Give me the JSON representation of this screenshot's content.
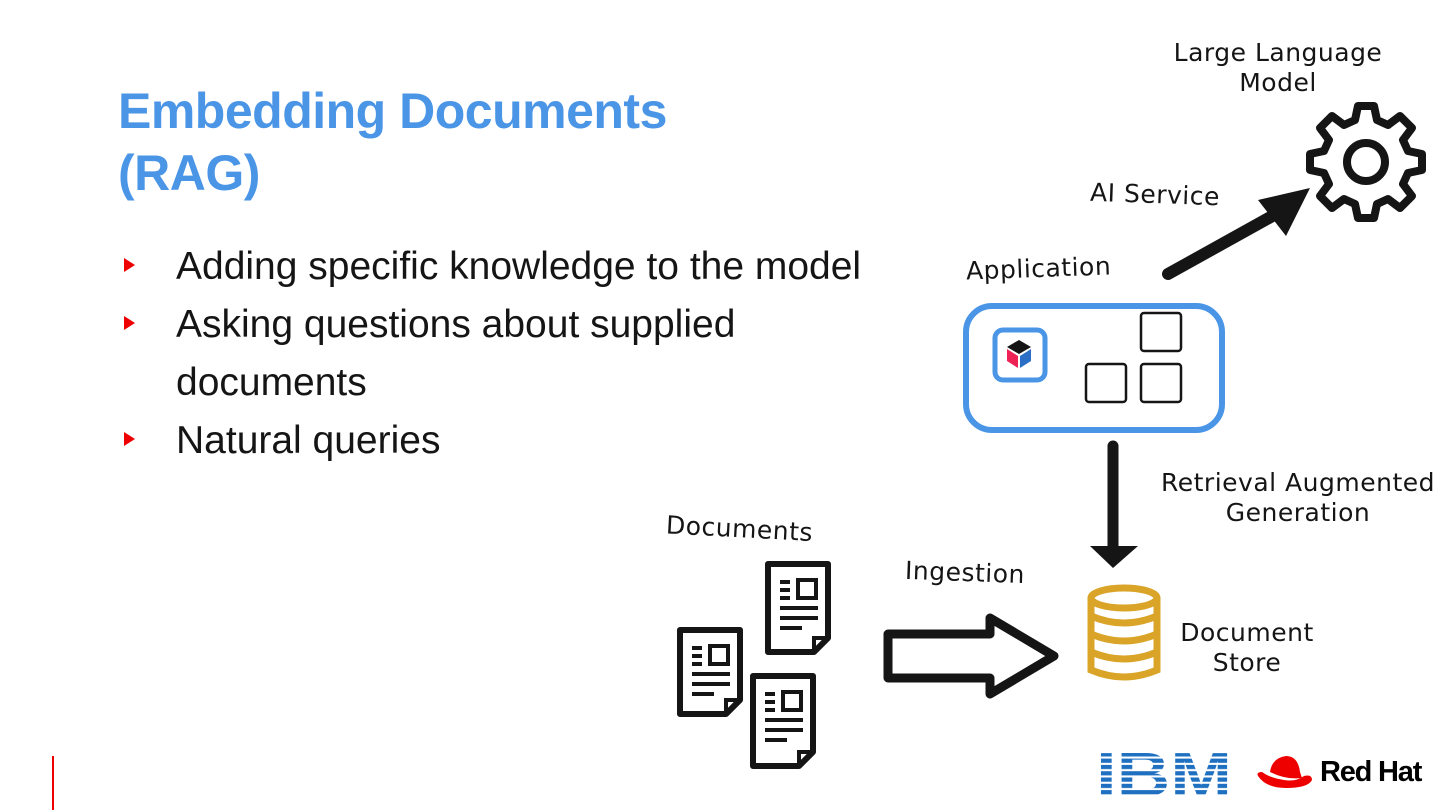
{
  "slide": {
    "title_line1": "Embedding Documents",
    "title_line2": "(RAG)",
    "bullets": [
      "Adding specific knowledge to the model",
      "Asking questions about supplied documents",
      "Natural queries"
    ]
  },
  "diagram": {
    "llm_label_line1": "Large Language",
    "llm_label_line2": "Model",
    "ai_service_label": "AI Service",
    "application_label": "Application",
    "rag_label_line1": "Retrieval Augmented",
    "rag_label_line2": "Generation",
    "documents_label": "Documents",
    "ingestion_label": "Ingestion",
    "store_label_line1": "Document",
    "store_label_line2": "Store"
  },
  "footer": {
    "ibm_logo_text": "IBM",
    "redhat_text": "Red Hat"
  },
  "colors": {
    "title": "#4a95e6",
    "bullet_marker": "#ee0000",
    "app_box": "#4a95e6",
    "database": "#d9a428",
    "ibm_blue": "#1f70c1",
    "redhat_red": "#ee0000"
  },
  "icons": [
    "gear-icon",
    "arrow-icon",
    "database-icon",
    "document-icon",
    "app-logo-icon",
    "ibm-logo",
    "redhat-logo"
  ]
}
